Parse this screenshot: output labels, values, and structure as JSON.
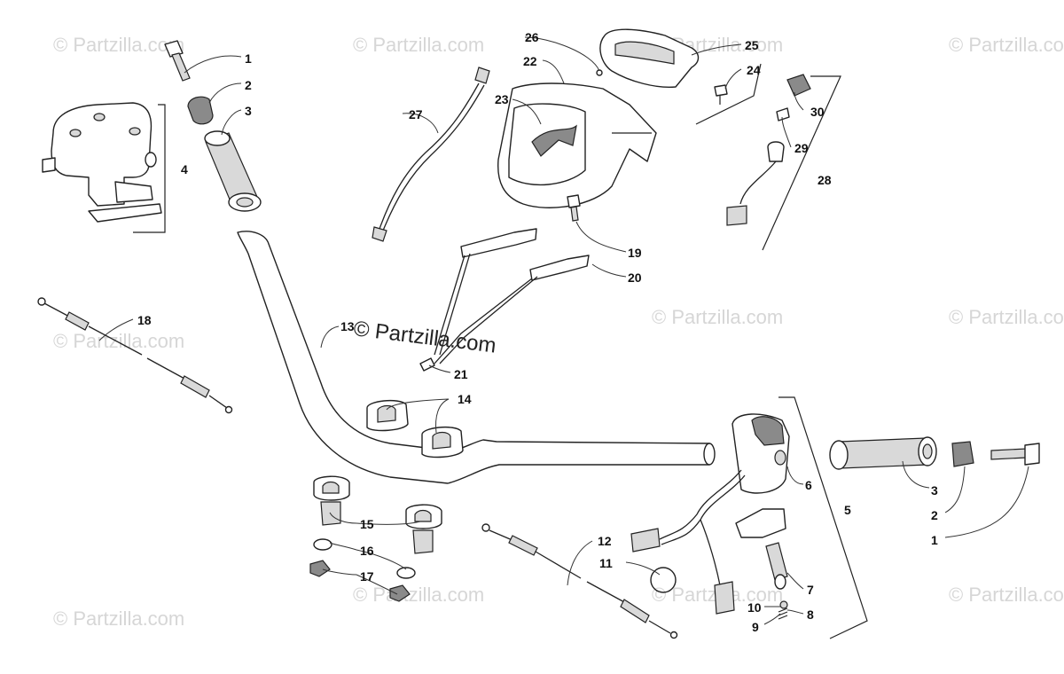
{
  "watermark": {
    "text": "© Partzilla.com",
    "center_text": "© Partzilla.com"
  },
  "callouts": {
    "c1a": "1",
    "c2a": "2",
    "c3a": "3",
    "c4": "4",
    "c5": "5",
    "c6": "6",
    "c7": "7",
    "c8": "8",
    "c9": "9",
    "c10": "10",
    "c11": "11",
    "c12": "12",
    "c13": "13",
    "c14": "14",
    "c15": "15",
    "c16": "16",
    "c17": "17",
    "c18": "18",
    "c19": "19",
    "c20": "20",
    "c21": "21",
    "c22": "22",
    "c23": "23",
    "c24": "24",
    "c25": "25",
    "c26": "26",
    "c27": "27",
    "c28": "28",
    "c29": "29",
    "c30": "30",
    "c1b": "1",
    "c2b": "2",
    "c3b": "3"
  }
}
